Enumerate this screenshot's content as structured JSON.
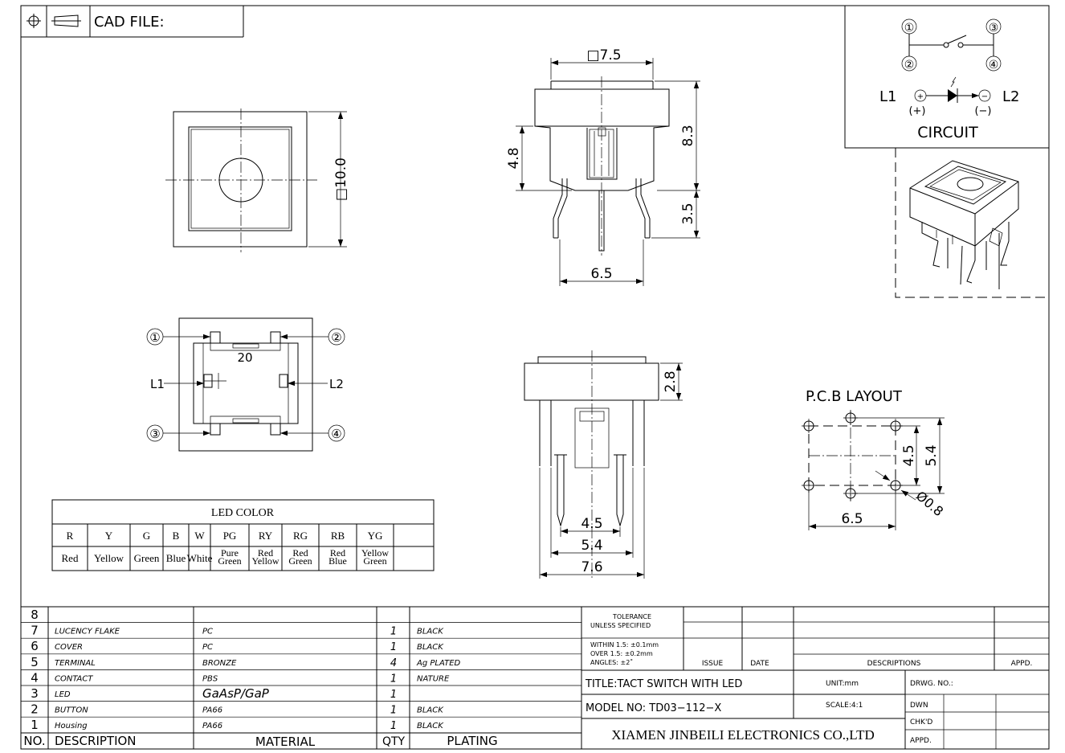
{
  "header": {
    "cad_file_label": "CAD FILE:"
  },
  "dimensions": {
    "top_view_size": "□10.0",
    "front_width": "□7.5",
    "front_height": "8.3",
    "front_body": "4.8",
    "front_pin": "3.5",
    "front_pin_span": "6.5",
    "side_cap": "2.8",
    "side_w1": "4.5",
    "side_w2": "5.4",
    "side_w3": "7.6",
    "pcb_x": "6.5",
    "pcb_y1": "4.5",
    "pcb_y2": "5.4",
    "pcb_hole": "Ø0.8"
  },
  "bottom_view": {
    "pins": [
      "①",
      "②",
      "③",
      "④"
    ],
    "led_labels": [
      "L1",
      "L2"
    ],
    "marking": "20"
  },
  "circuit": {
    "pins": [
      "①",
      "③",
      "②",
      "④"
    ],
    "led_left": "L1",
    "led_right": "L2",
    "polarity_plus": "(+)",
    "polarity_minus": "(−)",
    "pin_symbol": "+",
    "pin_symbol_minus": "−",
    "title": "CIRCUIT"
  },
  "pcb_layout": {
    "title": "P.C.B LAYOUT"
  },
  "led_color_table": {
    "title": "LED COLOR",
    "codes": [
      "R",
      "Y",
      "G",
      "B",
      "W",
      "PG",
      "RY",
      "RG",
      "RB",
      "YG"
    ],
    "names": [
      [
        "Red"
      ],
      [
        "Yellow"
      ],
      [
        "Green"
      ],
      [
        "Blue"
      ],
      [
        "White"
      ],
      [
        "Pure",
        "Green"
      ],
      [
        "Red",
        "Yellow"
      ],
      [
        "Red",
        "Green"
      ],
      [
        "Red",
        "Blue"
      ],
      [
        "Yellow",
        "Green"
      ]
    ]
  },
  "bom": {
    "rows": [
      {
        "no": "8",
        "desc": "",
        "material": "",
        "qty": "",
        "plating": ""
      },
      {
        "no": "7",
        "desc": "LUCENCY FLAKE",
        "material": "PC",
        "qty": "1",
        "plating": "BLACK"
      },
      {
        "no": "6",
        "desc": "COVER",
        "material": "PC",
        "qty": "1",
        "plating": "BLACK"
      },
      {
        "no": "5",
        "desc": "TERMINAL",
        "material": "BRONZE",
        "qty": "4",
        "plating": "Ag PLATED"
      },
      {
        "no": "4",
        "desc": "CONTACT",
        "material": "PBS",
        "qty": "1",
        "plating": "NATURE"
      },
      {
        "no": "3",
        "desc": "LED",
        "material": "GaAsP/GaP",
        "qty": "1",
        "plating": ""
      },
      {
        "no": "2",
        "desc": "BUTTON",
        "material": "PA66",
        "qty": "1",
        "plating": "BLACK"
      },
      {
        "no": "1",
        "desc": "Housing",
        "material": "PA66",
        "qty": "1",
        "plating": "BLACK"
      }
    ],
    "header": {
      "no": "NO.",
      "desc": "DESCRIPTION",
      "material": "MATERIAL",
      "qty": "QTY",
      "plating": "PLATING"
    }
  },
  "title_block": {
    "tolerance_1": "TOLERANCE",
    "tolerance_2": "UNLESS SPECIFIED",
    "within": "WITHIN 1.5: ±0.1mm",
    "over": "OVER 1.5:  ±0.2mm",
    "angles": "ANGLES: ±2˚",
    "issue": "ISSUE",
    "date": "DATE",
    "descriptions": "DESCRIPTIONS",
    "appd": "APPD.",
    "title": "TITLE:TACT SWITCH WITH LED",
    "unit": "UNIT:mm",
    "drwg_no": "DRWG. NO.:",
    "model": "MODEL NO: TD03−112−X",
    "scale": "SCALE:4:1",
    "dwn": "DWN",
    "chkd": "CHK'D",
    "appd2": "APPD.",
    "company": "XIAMEN JINBEILI ELECTRONICS CO.,LTD"
  }
}
